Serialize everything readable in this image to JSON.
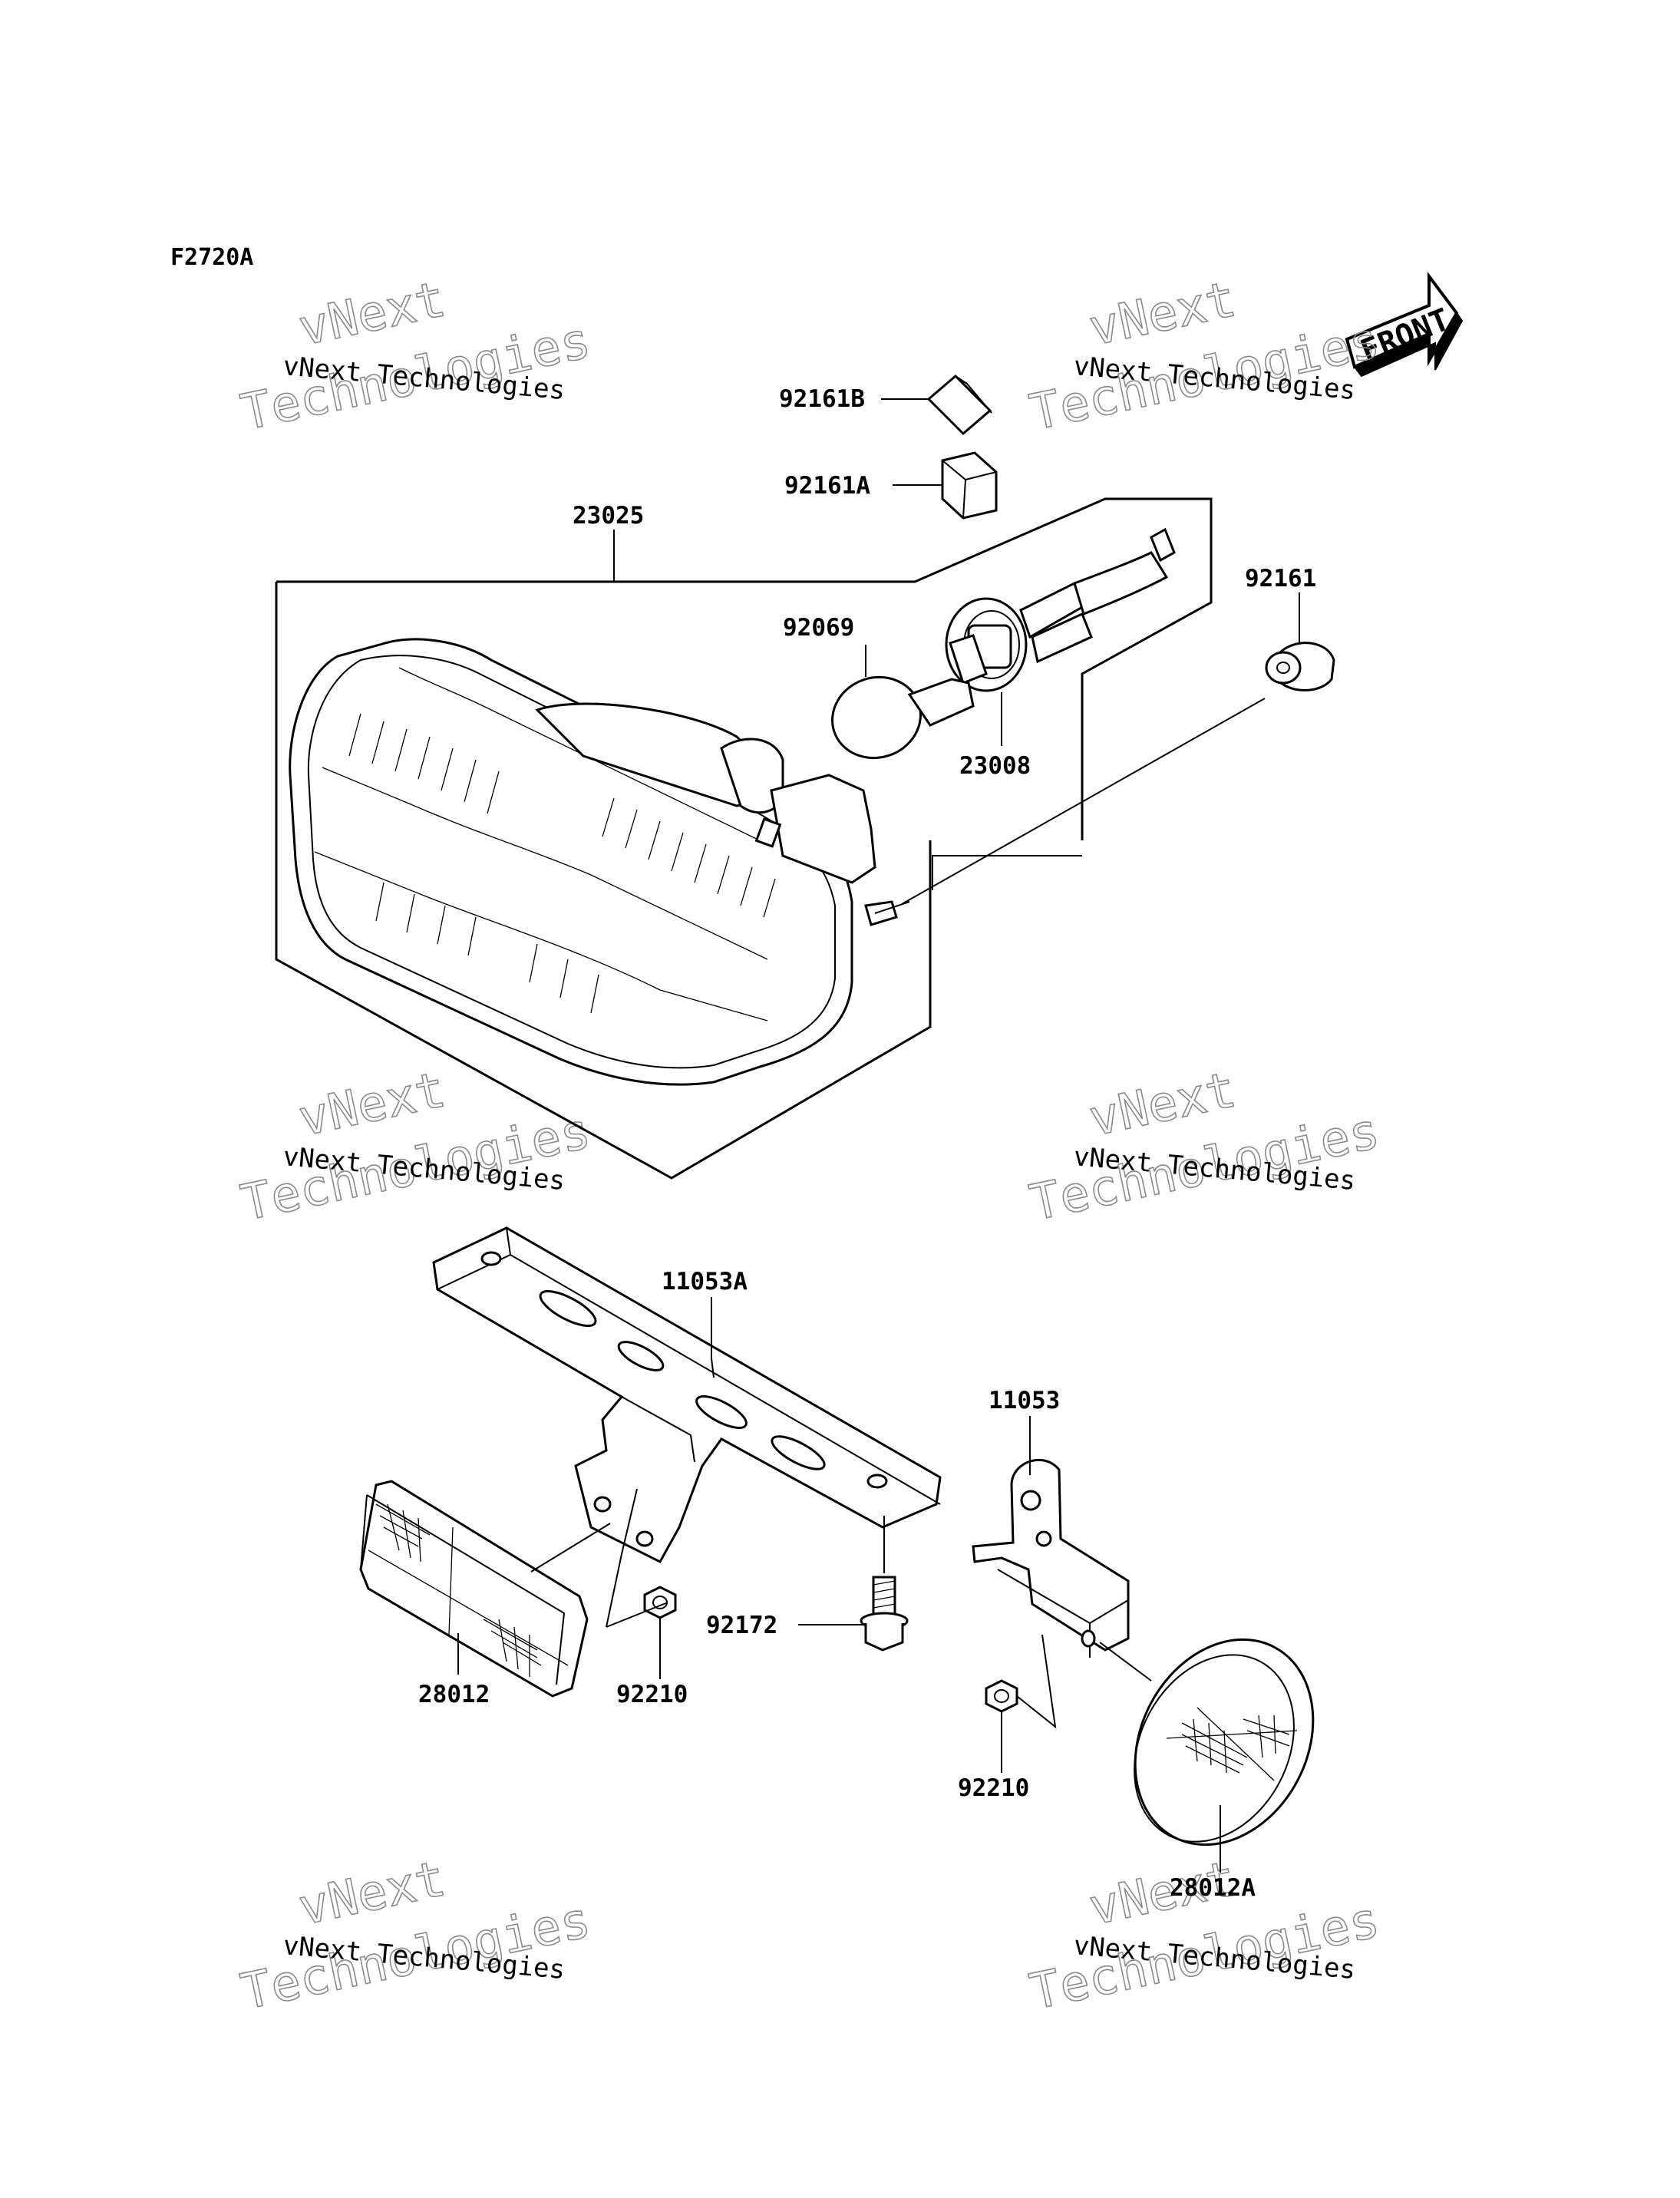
{
  "figure_code": "F2720A",
  "front_label": "FRONT",
  "watermark": {
    "line1": "vNext Technologies",
    "line2": "vNext",
    "line3": "Technologies"
  },
  "callouts": {
    "p92161B": "92161B",
    "p92161A": "92161A",
    "p23025": "23025",
    "p92069": "92069",
    "p23008": "23008",
    "p92161": "92161",
    "p11053A": "11053A",
    "p11053": "11053",
    "p92172": "92172",
    "p28012": "28012",
    "p92210_left": "92210",
    "p92210_right": "92210",
    "p28012A": "28012A"
  }
}
